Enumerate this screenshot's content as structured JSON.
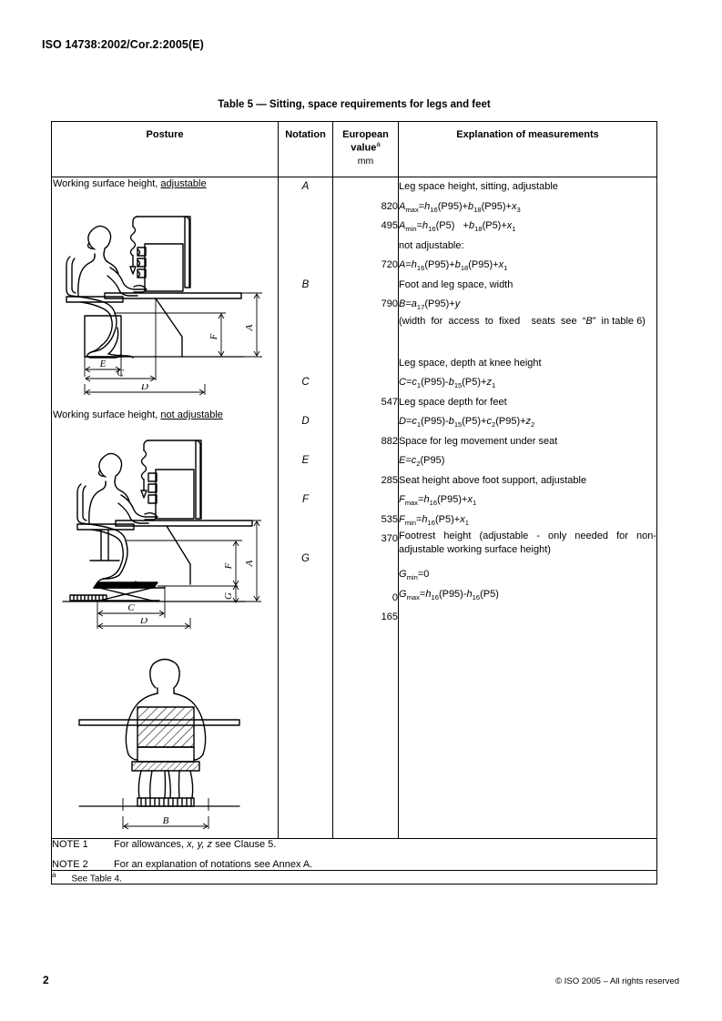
{
  "header": {
    "running_head": "ISO 14738:2002/Cor.2:2005(E)"
  },
  "caption": "Table 5 — Sitting, space requirements for legs and feet",
  "table": {
    "columns": {
      "posture": "Posture",
      "notation": "Notation",
      "value_line1": "European",
      "value_line2": "value",
      "value_sup": "a",
      "value_unit": "mm",
      "explanation": "Explanation of measurements"
    },
    "figures": {
      "fig1_title_a": "Working surface height, ",
      "fig1_title_b": "adjustable",
      "fig2_title_a": "Working surface height, ",
      "fig2_title_b": "not adjustable",
      "labels": {
        "A": "A",
        "B": "B",
        "C": "C",
        "D": "D",
        "E": "E",
        "F": "F",
        "G": "G"
      }
    },
    "notations": [
      "A",
      "B",
      "C",
      "D",
      "E",
      "F",
      "G"
    ],
    "values": {
      "A_max": "820",
      "A_min": "495",
      "A_not_adjustable": "720",
      "B": "790",
      "C": "547",
      "D": "882",
      "E": "285",
      "F_max": "535",
      "F_min": "370",
      "G_min": "0",
      "G_max": "165"
    },
    "explanations": {
      "A_title": "Leg space height, sitting, adjustable",
      "A_max_formula_pre": "A",
      "A_max_formula_sub": "max",
      "A_max_formula_rest": "=h16(P95)+b18(P95)+x3",
      "A_min_formula_rest": "=h16(P5)   +b18(P5)+x1",
      "A_not_adjustable_label": "not adjustable:",
      "A_formula": "A=h16(P95)+b18(P95)+x1",
      "B_title": "Foot and leg space, width",
      "B_formula": "B=a17(P95)+y",
      "B_note": "(width for access to fixed   seats see “B” in table 6)",
      "C_title": "Leg space, depth at knee height",
      "C_formula": "C=c1(P95)-b15(P5)+z1",
      "D_title": "Leg space depth for feet",
      "D_formula": "D=c1(P95)-b15(P5)+c2(P95)+z2",
      "E_title": "Space for leg movement under seat",
      "E_formula": "E=c2(P95)",
      "F_title": "Seat height above foot support, adjustable",
      "F_max_formula": "Fmax=h16(P95)+x1",
      "F_min_formula": "Fmin=h16(P5)+x1",
      "G_title": "Footrest height (adjustable - only needed for non-adjustable working surface height)",
      "G_min_formula": "Gmin=0",
      "G_max_formula": "Gmax=h16(P95)-h16(P5)"
    },
    "notes": [
      {
        "label": "NOTE 1",
        "text_pre": "For allowances, ",
        "italics": "x, y, z",
        "text_post": " see Clause 5."
      },
      {
        "label": "NOTE 2",
        "text_pre": "For an explanation of notations see Annex A.",
        "italics": "",
        "text_post": ""
      }
    ],
    "footnote": {
      "marker": "a",
      "text": "See Table 4."
    }
  },
  "footer": {
    "page_number": "2",
    "copyright": "©  ISO 2005 – All rights reserved"
  }
}
